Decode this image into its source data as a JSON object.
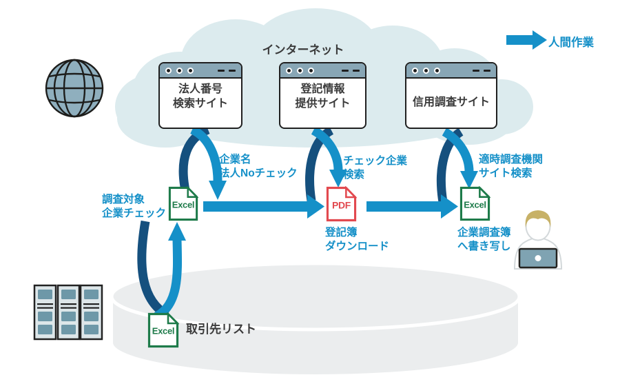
{
  "title": {
    "internet": "インターネット"
  },
  "legend": {
    "arrow_label": "人間作業"
  },
  "sites": {
    "corporate_number": {
      "line1": "法人番号",
      "line2": "検索サイト"
    },
    "registry_info": {
      "line1": "登記情報",
      "line2": "提供サイト"
    },
    "credit_research": {
      "line1": "信用調査サイト"
    }
  },
  "labels": {
    "company_name_check": {
      "line1": "企業名",
      "line2": "法人Noチェック"
    },
    "check_company_search": {
      "line1": "チェック企業",
      "line2": "検索"
    },
    "timely_agency_search": {
      "line1": "適時調査機関",
      "line2": "サイト検索"
    },
    "survey_target_check": {
      "line1": "調査対象",
      "line2": "企業チェック"
    },
    "registry_download": {
      "line1": "登記簿",
      "line2": "ダウンロード"
    },
    "transcribe": {
      "line1": "企業調査簿",
      "line2": "へ書き写し"
    },
    "client_list": "取引先リスト"
  },
  "files": {
    "excel_check": "Excel",
    "pdf_registry": "PDF",
    "excel_report": "Excel",
    "excel_clients": "Excel"
  },
  "colors": {
    "arrow_dark": "#15507e",
    "arrow_light": "#1590c8",
    "label_blue": "#1590c8",
    "excel_green": "#1e7b4a",
    "pdf_red": "#e2494f",
    "cloud": "#dcebee",
    "browser_header": "#88a6b5",
    "text_dark": "#3a3a3a"
  }
}
